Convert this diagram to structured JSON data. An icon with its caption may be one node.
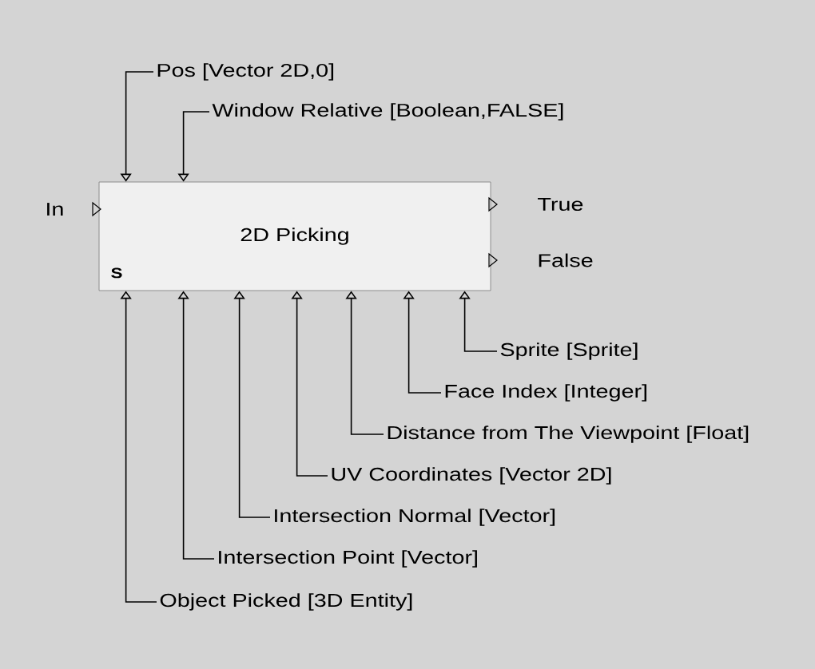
{
  "diagram": {
    "nodes": [
      {
        "text": [
          "2D Picking",
          "S"
        ]
      },
      {
        "text": [
          "Pos [Vector 2D,0]"
        ]
      },
      {
        "text": [
          "Window Relative [Boolean,FALSE]"
        ]
      },
      {
        "text": [
          "Sprite [Sprite]"
        ]
      },
      {
        "text": [
          "Face Index [Integer]"
        ]
      },
      {
        "text": [
          "Distance from The Viewpoint [Float]"
        ]
      },
      {
        "text": [
          "UV Coordinates [Vector 2D]"
        ]
      },
      {
        "text": [
          "Intersection Normal [Vector]"
        ]
      },
      {
        "text": [
          "Intersection Point [Vector]"
        ]
      },
      {
        "text": [
          "Object Picked [3D Entity]"
        ]
      }
    ],
    "edges": [
      {
        "from": 1,
        "to": 0,
        "arrow": "to"
      },
      {
        "from": 2,
        "to": 0,
        "arrow": "to"
      },
      {
        "from": 3,
        "to": 0,
        "arrow": "to"
      },
      {
        "from": 4,
        "to": 0,
        "arrow": "to"
      },
      {
        "from": 5,
        "to": 0,
        "arrow": "to"
      },
      {
        "from": 6,
        "to": 0,
        "arrow": "to"
      },
      {
        "from": 7,
        "to": 0,
        "arrow": "to"
      },
      {
        "from": 8,
        "to": 0,
        "arrow": "to"
      },
      {
        "from": 9,
        "to": 0,
        "arrow": "to"
      }
    ],
    "labels": [
      "In",
      "True",
      "False"
    ]
  }
}
